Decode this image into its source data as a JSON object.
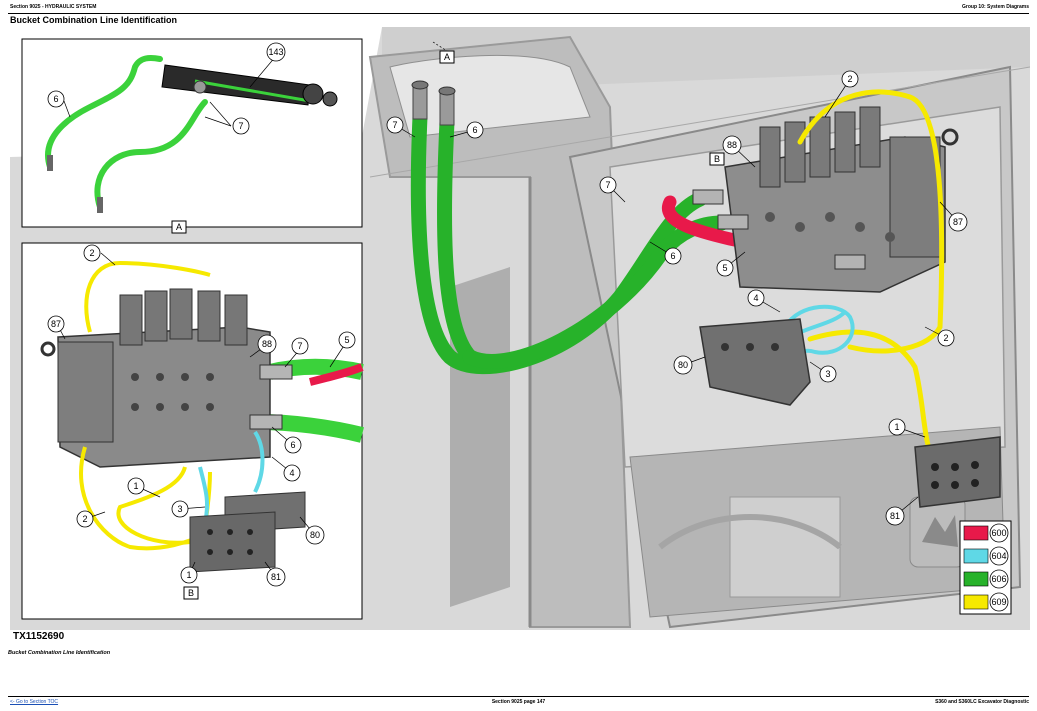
{
  "header": {
    "left": "Section 9025 - HYDRAULIC SYSTEM",
    "right": "Group 10: System Diagrams"
  },
  "title": "Bucket Combination Line Identification",
  "figure": {
    "id": "TX1152690",
    "inset_a_label": "A",
    "inset_b_label": "B",
    "callouts": {
      "c143": "143",
      "c6": "6",
      "c7": "7",
      "c2": "2",
      "c87": "87",
      "c88": "88",
      "c5": "5",
      "c4": "4",
      "c1": "1",
      "c3": "3",
      "c80": "80",
      "c81": "81"
    },
    "legend": [
      {
        "code": "600",
        "color": "#e8194a"
      },
      {
        "code": "604",
        "color": "#5fd8e6"
      },
      {
        "code": "606",
        "color": "#27b22a"
      },
      {
        "code": "609",
        "color": "#f6e900"
      }
    ]
  },
  "caption": "Bucket Combination Line Identification",
  "footer": {
    "left": "<- Go to Section TOC",
    "center": "Section 9025 page 147",
    "right": "S360 and S360LC Excavator Diagnostic"
  }
}
